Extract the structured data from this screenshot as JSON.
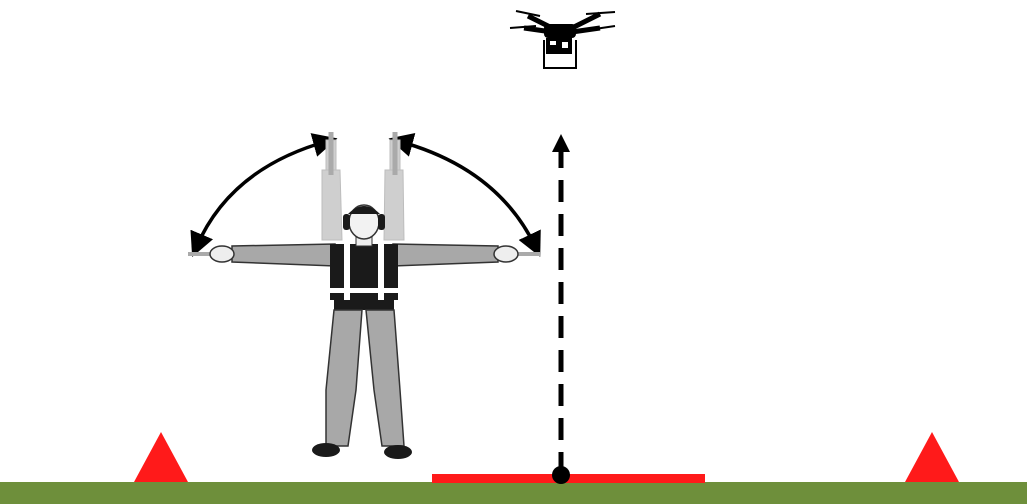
{
  "scene": {
    "description_icons": [
      "drone-icon",
      "marshaller-figure",
      "cone-icon",
      "landing-pad",
      "upward-arrow"
    ],
    "colors": {
      "ground": "#6e8f3b",
      "cone": "#ff1a1a",
      "landing_pad": "#ff1a1a",
      "arrow": "#000000",
      "figure_fill": "#a8a8a8",
      "figure_dark": "#1a1a1a",
      "figure_outline": "#333333",
      "ghost_arms": "#c8c8c8"
    }
  }
}
